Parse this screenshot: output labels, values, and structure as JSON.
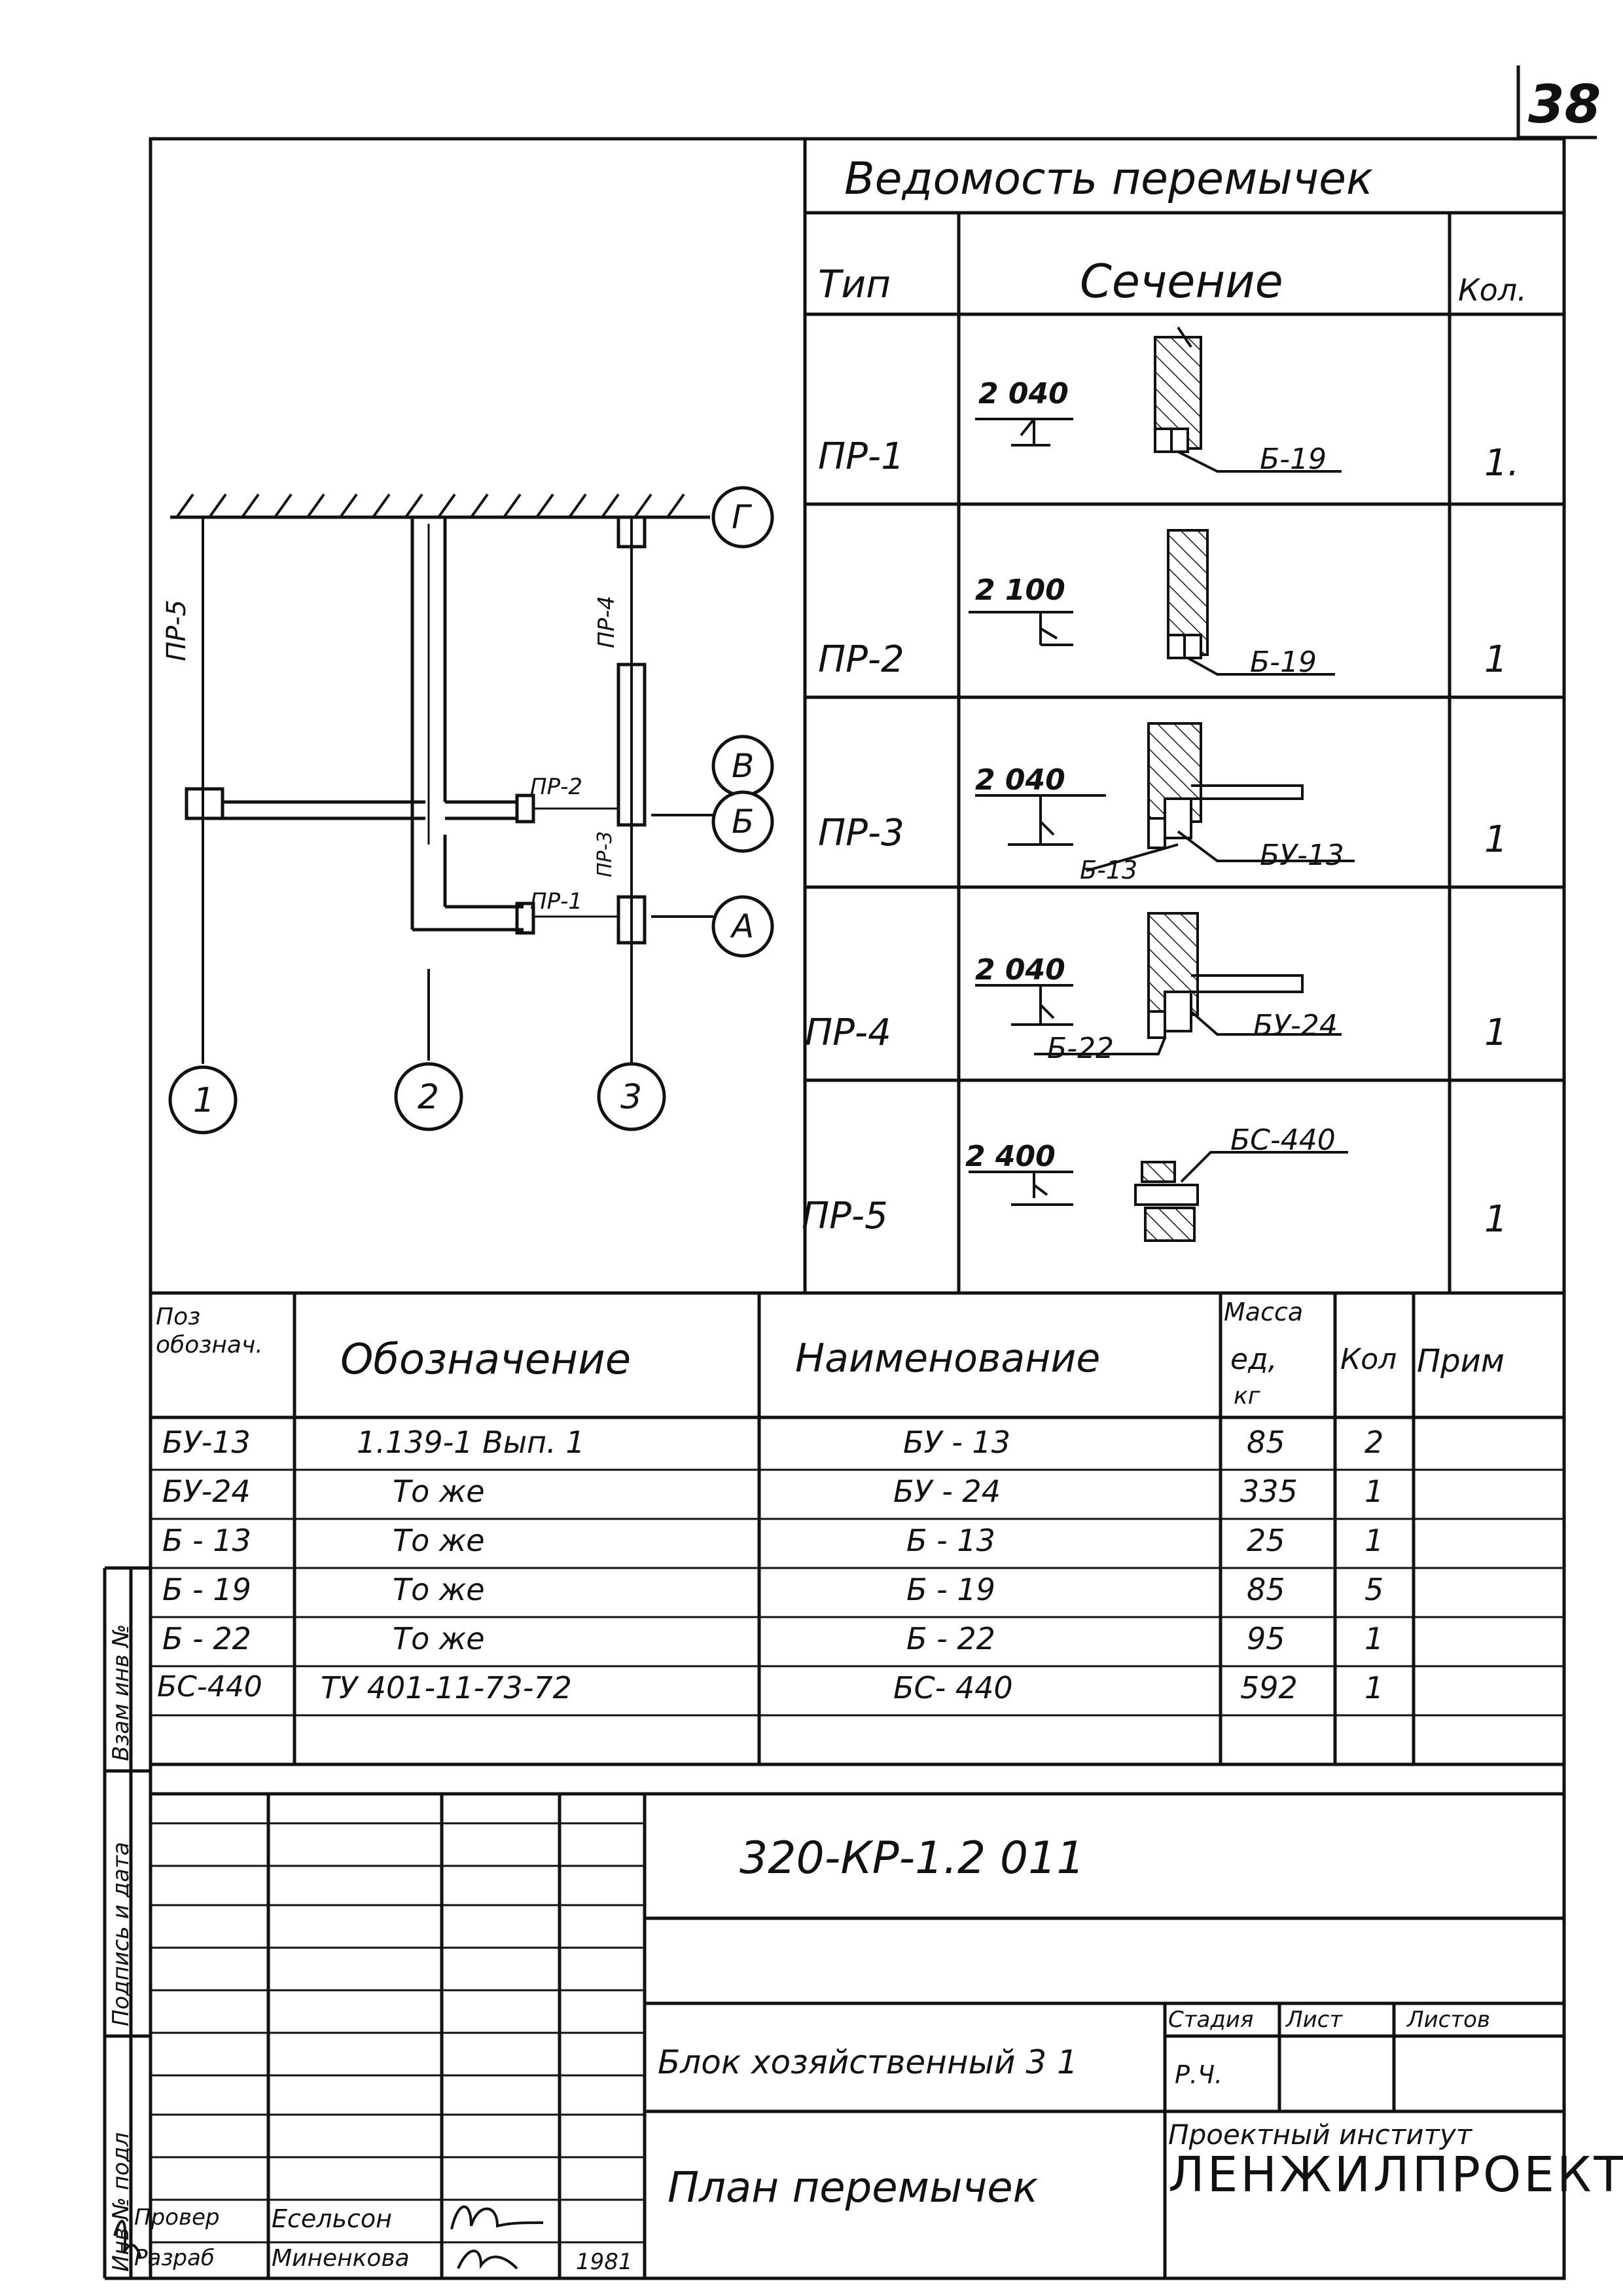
{
  "sheet_number": "38",
  "lintel_schedule": {
    "title": "Ведомость перемычек",
    "headers": {
      "type": "Тип",
      "section": "Сечение",
      "qty": "Кол."
    },
    "rows": [
      {
        "type": "ПР-1",
        "level": "2 040",
        "labels": [
          "Б-19"
        ],
        "qty": "1."
      },
      {
        "type": "ПР-2",
        "level": "2 100",
        "labels": [
          "Б-19"
        ],
        "qty": "1"
      },
      {
        "type": "ПР-3",
        "level": "2 040",
        "labels": [
          "Б-13",
          "БУ-13"
        ],
        "qty": "1"
      },
      {
        "type": "ПР-4",
        "level": "2 040",
        "labels": [
          "Б-22",
          "БУ-24"
        ],
        "qty": "1"
      },
      {
        "type": "ПР-5",
        "level": "2 400",
        "labels": [
          "БС-440"
        ],
        "qty": "1"
      }
    ]
  },
  "plan": {
    "axes_letters": [
      "Г",
      "В",
      "Б",
      "А"
    ],
    "axes_numbers": [
      "1",
      "2",
      "3"
    ],
    "lintel_labels": [
      "ПР-5",
      "ПР-4",
      "ПР-2",
      "ПР-3",
      "ПР-1"
    ]
  },
  "spec_table": {
    "headers": {
      "pos": "Поз обознач.",
      "designation": "Обозначение",
      "name": "Наименование",
      "mass_line1": "Масса",
      "mass_line2": "ед,",
      "mass_line3": "кг",
      "qty": "Кол",
      "note": "Прим"
    },
    "rows": [
      {
        "pos": "БУ-13",
        "designation": "1.139-1 Вып. 1",
        "name": "БУ - 13",
        "mass": "85",
        "qty": "2",
        "note": ""
      },
      {
        "pos": "БУ-24",
        "designation": "То же",
        "name": "БУ - 24",
        "mass": "335",
        "qty": "1",
        "note": ""
      },
      {
        "pos": "Б - 13",
        "designation": "То же",
        "name": "Б - 13",
        "mass": "25",
        "qty": "1",
        "note": ""
      },
      {
        "pos": "Б - 19",
        "designation": "То же",
        "name": "Б - 19",
        "mass": "85",
        "qty": "5",
        "note": ""
      },
      {
        "pos": "Б - 22",
        "designation": "То же",
        "name": "Б - 22",
        "mass": "95",
        "qty": "1",
        "note": ""
      },
      {
        "pos": "БС-440",
        "designation": "ТУ 401-11-73-72",
        "name": "БС- 440",
        "mass": "592",
        "qty": "1",
        "note": ""
      }
    ]
  },
  "title_block": {
    "doc_code": "320-КР-1.2 011",
    "object": "Блок хозяйственный 3 1",
    "sheet_title": "План перемычек",
    "stage_label": "Стадия",
    "sheet_label": "Лист",
    "sheets_label": "Листов",
    "stage_value": "Р.Ч.",
    "org_line1": "Проектный институт",
    "org_line2": "ЛЕНЖИЛПРОЕКТ",
    "checked_label": "Провер",
    "checked_name": "Есельсон",
    "developed_label": "Разраб",
    "developed_name": "Миненкова",
    "year": "1981"
  },
  "side_stamp": [
    "Взам инв №",
    "Подпись и дата",
    "Инв № подл"
  ]
}
